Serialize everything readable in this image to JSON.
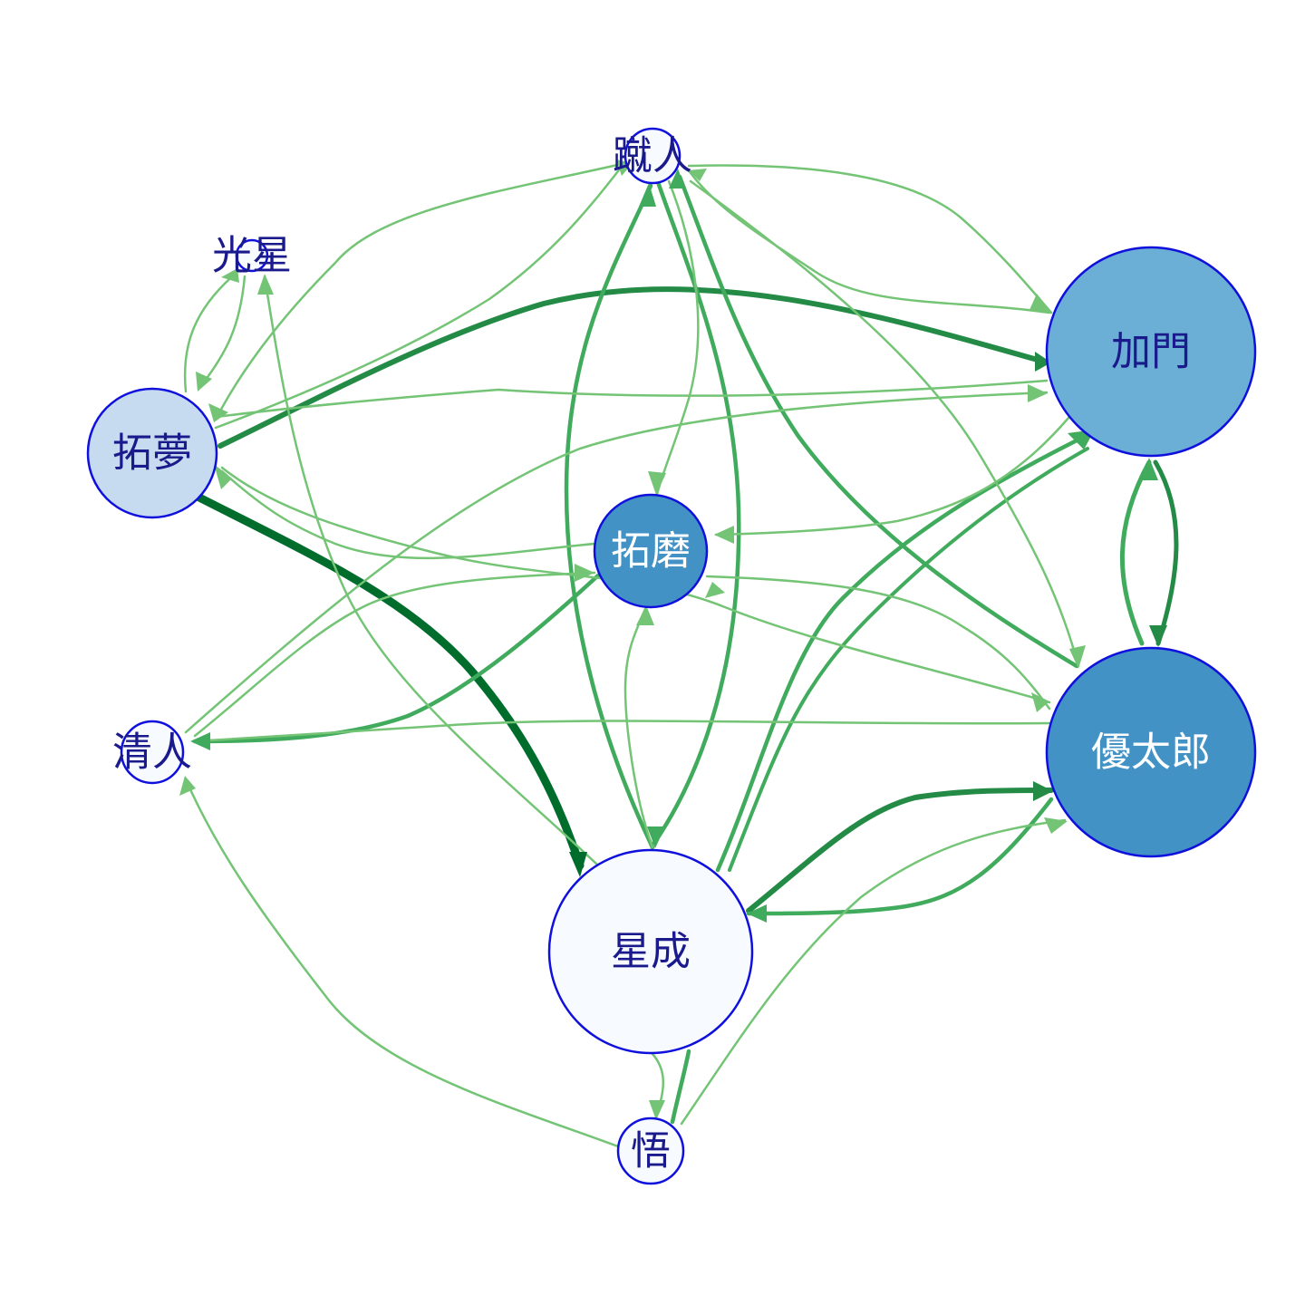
{
  "nodes": [
    {
      "id": "shunto",
      "label": "蹴人",
      "fill": "#f7fbff",
      "text": "#1a1a8c"
    },
    {
      "id": "kosei",
      "label": "光星",
      "fill": "#f7fbff",
      "text": "#1a1a8c"
    },
    {
      "id": "kado",
      "label": "加門",
      "fill": "#6baed6",
      "text": "#1a1a8c"
    },
    {
      "id": "takumu",
      "label": "拓夢",
      "fill": "#c6dbef",
      "text": "#1a1a8c"
    },
    {
      "id": "takuma",
      "label": "拓磨",
      "fill": "#4292c6",
      "text": "#ffffff"
    },
    {
      "id": "kiyoto",
      "label": "清人",
      "fill": "#f7fbff",
      "text": "#1a1a8c"
    },
    {
      "id": "yutaro",
      "label": "優太郎",
      "fill": "#4292c6",
      "text": "#ffffff"
    },
    {
      "id": "seina",
      "label": "星成",
      "fill": "#f7fbff",
      "text": "#1a1a8c"
    },
    {
      "id": "satoru",
      "label": "悟",
      "fill": "#f7fbff",
      "text": "#1a1a8c"
    }
  ],
  "edges": [
    {
      "from": "takumu",
      "to": "seina",
      "color": "#006d2c"
    },
    {
      "from": "takumu",
      "to": "kado",
      "color": "#238b45"
    },
    {
      "from": "seina",
      "to": "yutaro",
      "color": "#238b45"
    },
    {
      "from": "yutaro",
      "to": "seina",
      "color": "#41ab5d"
    },
    {
      "from": "kado",
      "to": "yutaro",
      "color": "#238b45"
    },
    {
      "from": "yutaro",
      "to": "kado",
      "color": "#41ab5d"
    },
    {
      "from": "shunto",
      "to": "seina",
      "color": "#41ab5d"
    },
    {
      "from": "seina",
      "to": "shunto",
      "color": "#41ab5d"
    },
    {
      "from": "seina",
      "to": "kado",
      "color": "#41ab5d"
    },
    {
      "from": "seina",
      "to": "kado",
      "color": "#41ab5d"
    },
    {
      "from": "yutaro",
      "to": "shunto",
      "color": "#41ab5d"
    },
    {
      "from": "takuma",
      "to": "kiyoto",
      "color": "#41ab5d"
    },
    {
      "from": "satoru",
      "to": "seina",
      "color": "#41ab5d"
    },
    {
      "from": "shunto",
      "to": "takumu",
      "color": "#74c476"
    },
    {
      "from": "kado",
      "to": "shunto",
      "color": "#74c476"
    },
    {
      "from": "shunto",
      "to": "kado",
      "color": "#74c476"
    },
    {
      "from": "shunto",
      "to": "takuma",
      "color": "#74c476"
    },
    {
      "from": "kado",
      "to": "takuma",
      "color": "#74c476"
    },
    {
      "from": "takuma",
      "to": "takumu",
      "color": "#74c476"
    },
    {
      "from": "takuma",
      "to": "yutaro",
      "color": "#74c476"
    },
    {
      "from": "kiyoto",
      "to": "takuma",
      "color": "#74c476"
    },
    {
      "from": "yutaro",
      "to": "kiyoto",
      "color": "#74c476"
    },
    {
      "from": "kiyoto",
      "to": "kado",
      "color": "#74c476"
    },
    {
      "from": "seina",
      "to": "takuma",
      "color": "#74c476"
    },
    {
      "from": "seina",
      "to": "kosei",
      "color": "#74c476"
    },
    {
      "from": "takumu",
      "to": "kosei",
      "color": "#74c476"
    },
    {
      "from": "kosei",
      "to": "takumu",
      "color": "#74c476"
    },
    {
      "from": "satoru",
      "to": "kiyoto",
      "color": "#74c476"
    },
    {
      "from": "satoru",
      "to": "yutaro",
      "color": "#74c476"
    },
    {
      "from": "seina",
      "to": "satoru",
      "color": "#74c476"
    },
    {
      "from": "shunto",
      "to": "yutaro",
      "color": "#74c476"
    },
    {
      "from": "yutaro",
      "to": "takumu",
      "color": "#74c476"
    },
    {
      "from": "takumu",
      "to": "shunto",
      "color": "#74c476"
    },
    {
      "from": "kado",
      "to": "takumu",
      "color": "#74c476"
    }
  ]
}
